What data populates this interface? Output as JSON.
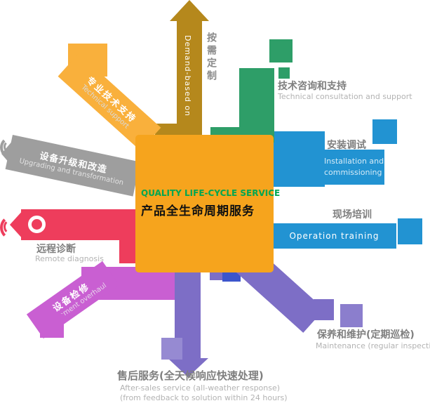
{
  "center": {
    "line1": "QUALITY LIFE-CYCLE SERVICE",
    "line2": "产品全生命周期服务"
  },
  "arms": {
    "custom": {
      "zh": "按需定制",
      "en": "Demand-based on"
    },
    "tech": {
      "zh": "专业技术支持",
      "en": "Technical support"
    },
    "upgrade": {
      "zh": "设备升级和改造",
      "en": "Upgrading and transformation"
    },
    "remote": {
      "zh": "远程诊断",
      "en": "Remote diagnosis"
    },
    "overhaul": {
      "zh": "设备检修",
      "en": "Equipment overhaul"
    },
    "aftersales": {
      "zh": "售后服务(全天候响应快速处理)",
      "en1": "After-sales service (all-weather response)",
      "en2": "(from feedback to solution within 24 hours)"
    },
    "maintenance": {
      "zh": "保养和维护(定期巡检)",
      "en": "Maintenance (regular inspection)"
    },
    "training": {
      "zh": "现场培训",
      "en": "Operation training"
    },
    "installation": {
      "zh": "安装调试",
      "en1": "Installation and",
      "en2": "commissioning"
    },
    "consulting": {
      "zh": "技术咨询和支持",
      "en": "Technical consultation and support"
    }
  },
  "colors": {
    "center_bg": "#F6A41D",
    "center_title_green": "#00A651",
    "gold": "#B5881C",
    "yellow": "#F9B03C",
    "gray": "#9E9E9E",
    "red": "#EE3D5C",
    "orchid": "#C95FD2",
    "purple": "#7D6EC6",
    "blue": "#2293D2",
    "green": "#2E9E68",
    "navy": "#3C55CC",
    "label_dark": "#7F7F7F",
    "label_light": "#B3B3B3"
  }
}
